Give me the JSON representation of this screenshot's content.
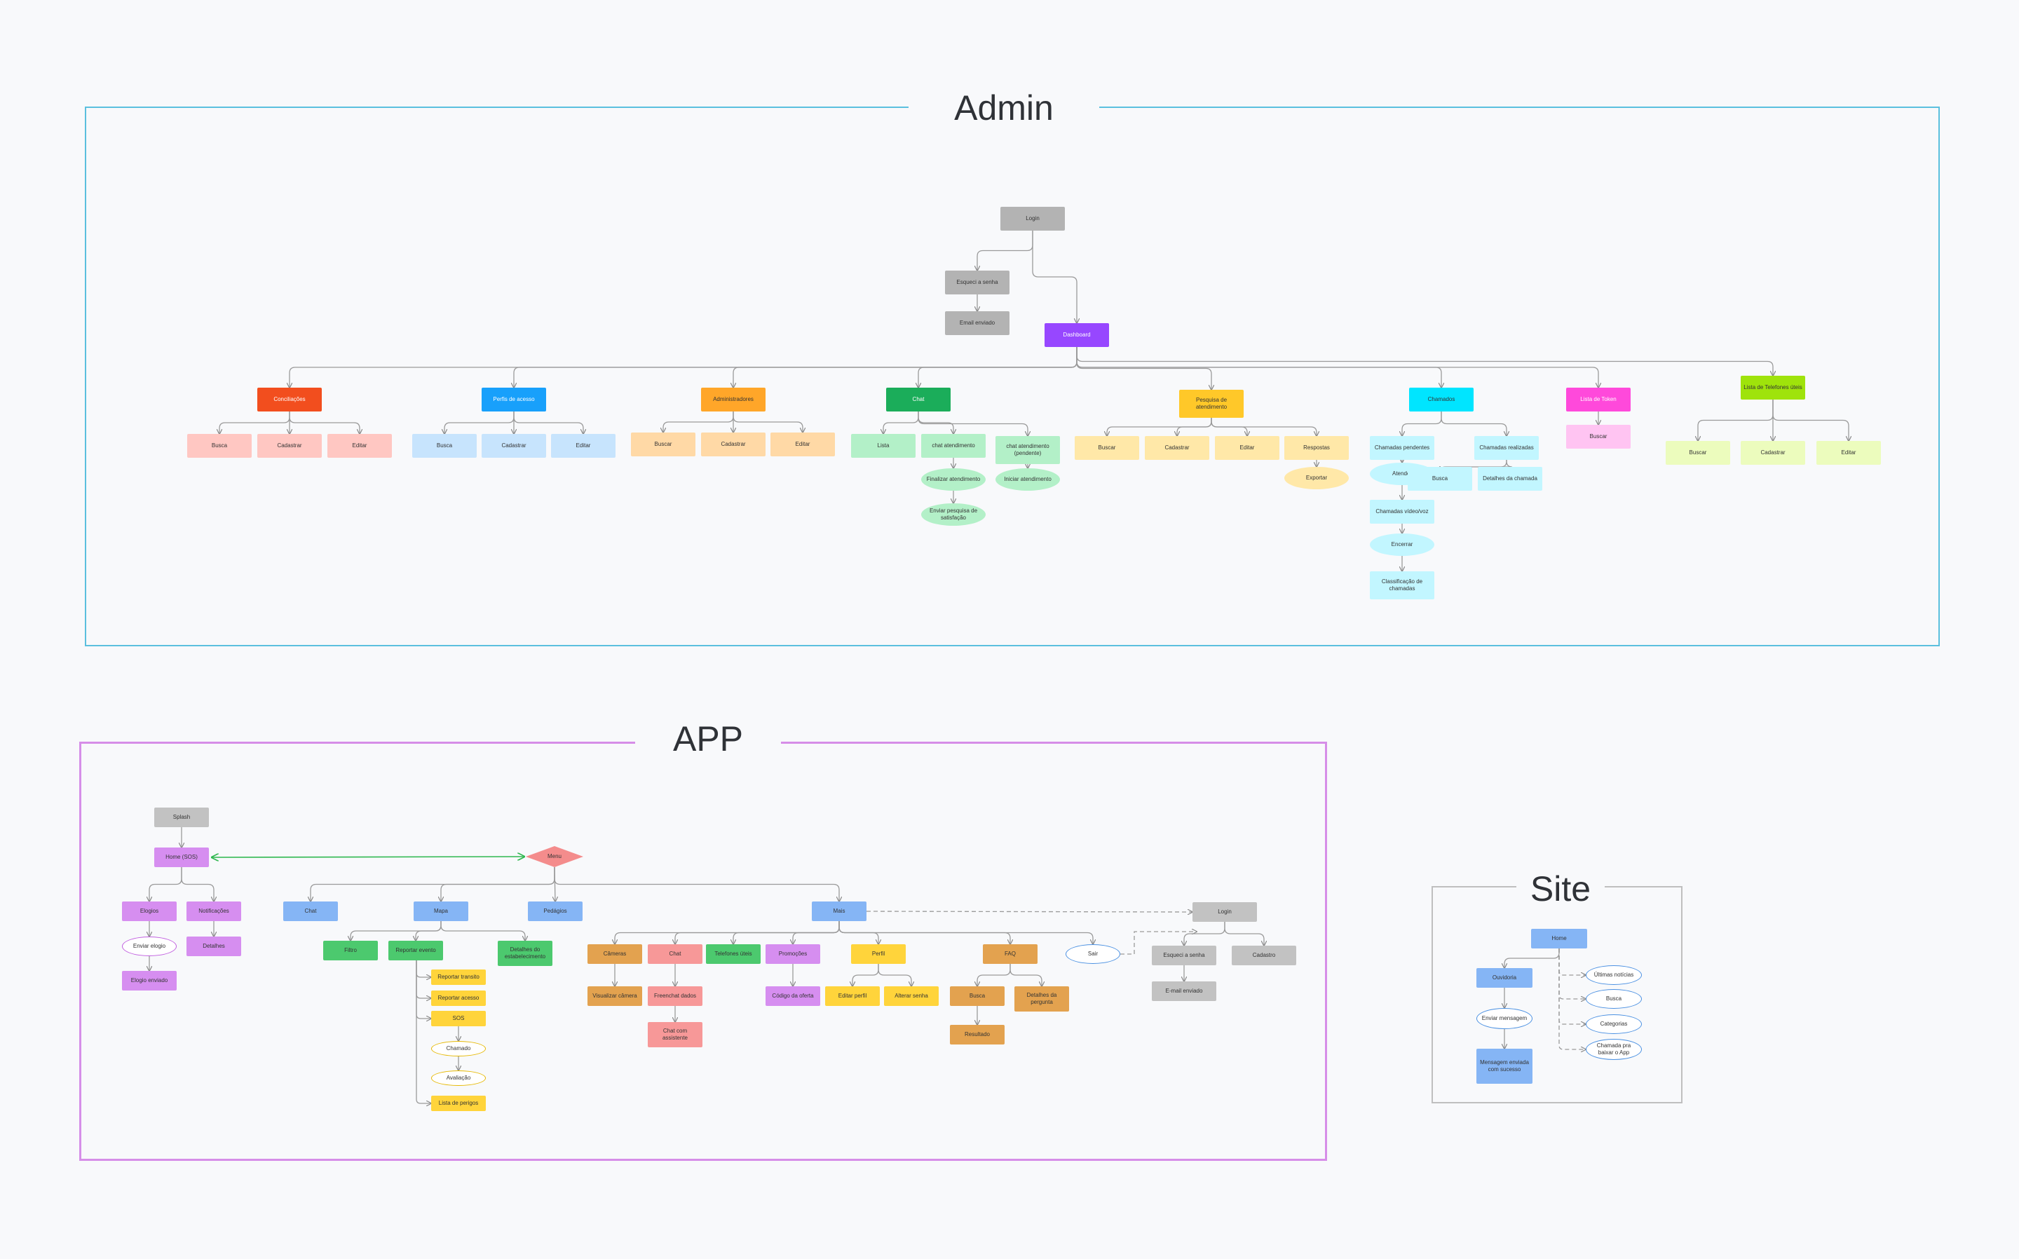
{
  "frames": [
    {
      "id": "admin",
      "title": "Admin",
      "color": "#5bc0de"
    },
    {
      "id": "app",
      "title": "APP",
      "color": "#d68ee8"
    },
    {
      "id": "site",
      "title": "Site",
      "color": "#bfbfbf"
    }
  ],
  "nodes": [
    {
      "id": "a_login",
      "label": "Login",
      "color": "#b3b3b3"
    },
    {
      "id": "a_esqueci",
      "label": "Esqueci a senha",
      "color": "#b3b3b3"
    },
    {
      "id": "a_email",
      "label": "Email enviado",
      "color": "#b3b3b3"
    },
    {
      "id": "a_dash",
      "label": "Dashboard",
      "color": "#9747ff",
      "text": "#ffffff"
    },
    {
      "id": "a_conc",
      "label": "Conciliações",
      "color": "#f24e1e",
      "text": "#ffffff"
    },
    {
      "id": "a_conc_b",
      "label": "Busca",
      "color": "#ffc7c2"
    },
    {
      "id": "a_conc_c",
      "label": "Cadastrar",
      "color": "#ffc7c2"
    },
    {
      "id": "a_conc_e",
      "label": "Editar",
      "color": "#ffc7c2"
    },
    {
      "id": "a_perf",
      "label": "Perfis de acesso",
      "color": "#18a0fb",
      "text": "#ffffff"
    },
    {
      "id": "a_perf_b",
      "label": "Busca",
      "color": "#c7e4fd"
    },
    {
      "id": "a_perf_c",
      "label": "Cadastrar",
      "color": "#c7e4fd"
    },
    {
      "id": "a_perf_e",
      "label": "Editar",
      "color": "#c7e4fd"
    },
    {
      "id": "a_adm",
      "label": "Administradores",
      "color": "#ffa629"
    },
    {
      "id": "a_adm_b",
      "label": "Buscar",
      "color": "#ffd9a6"
    },
    {
      "id": "a_adm_c",
      "label": "Cadastrar",
      "color": "#ffd9a6"
    },
    {
      "id": "a_adm_e",
      "label": "Editar",
      "color": "#ffd9a6"
    },
    {
      "id": "a_chat",
      "label": "Chat",
      "color": "#1bad5a",
      "text": "#ffffff"
    },
    {
      "id": "a_chat_l",
      "label": "Lista",
      "color": "#b3f0c8"
    },
    {
      "id": "a_chat_at",
      "label": "chat atendimento",
      "color": "#b3f0c8"
    },
    {
      "id": "a_chat_pen",
      "label": "chat atendimento (pendente)",
      "color": "#b3f0c8"
    },
    {
      "id": "a_chat_fin",
      "label": "Finalizar atendimento",
      "color": "#b3f0c8",
      "shape": "ellipse"
    },
    {
      "id": "a_chat_pesq",
      "label": "Enviar pesquisa de satisfação",
      "color": "#b3f0c8",
      "shape": "ellipse"
    },
    {
      "id": "a_chat_ini",
      "label": "Iniciar atendimento",
      "color": "#b3f0c8",
      "shape": "ellipse"
    },
    {
      "id": "a_pesq",
      "label": "Pesquisa de atendimento",
      "color": "#ffc829"
    },
    {
      "id": "a_pesq_b",
      "label": "Buscar",
      "color": "#ffe8a8"
    },
    {
      "id": "a_pesq_c",
      "label": "Cadastrar",
      "color": "#ffe8a8"
    },
    {
      "id": "a_pesq_e",
      "label": "Editar",
      "color": "#ffe8a8"
    },
    {
      "id": "a_pesq_r",
      "label": "Respostas",
      "color": "#ffe8a8"
    },
    {
      "id": "a_pesq_x",
      "label": "Exportar",
      "color": "#ffe8a8",
      "shape": "ellipse"
    },
    {
      "id": "a_cham",
      "label": "Chamados",
      "color": "#00e5ff"
    },
    {
      "id": "a_cham_p",
      "label": "Chamadas pendentes",
      "color": "#c2f6ff"
    },
    {
      "id": "a_cham_at",
      "label": "Atender",
      "color": "#c2f6ff",
      "shape": "ellipse"
    },
    {
      "id": "a_cham_v",
      "label": "Chamadas vídeo/voz",
      "color": "#c2f6ff"
    },
    {
      "id": "a_cham_enc",
      "label": "Encerrar",
      "color": "#c2f6ff",
      "shape": "ellipse"
    },
    {
      "id": "a_cham_cl",
      "label": "Classificação de chamadas",
      "color": "#c2f6ff"
    },
    {
      "id": "a_cham_r",
      "label": "Chamadas realizadas",
      "color": "#c2f6ff"
    },
    {
      "id": "a_cham_rb",
      "label": "Busca",
      "color": "#c2f6ff"
    },
    {
      "id": "a_cham_rd",
      "label": "Detalhes da chamada",
      "color": "#c2f6ff"
    },
    {
      "id": "a_tok",
      "label": "Lista de Token",
      "color": "#ff49db",
      "text": "#ffffff"
    },
    {
      "id": "a_tok_b",
      "label": "Buscar",
      "color": "#ffc4f2"
    },
    {
      "id": "a_tel",
      "label": "Lista de Telefones úteis",
      "color": "#9fe30b"
    },
    {
      "id": "a_tel_b",
      "label": "Buscar",
      "color": "#ecfcbd"
    },
    {
      "id": "a_tel_c",
      "label": "Cadastrar",
      "color": "#ecfcbd"
    },
    {
      "id": "a_tel_e",
      "label": "Editar",
      "color": "#ecfcbd"
    },
    {
      "id": "p_splash",
      "label": "Splash",
      "color": "#c2c2c2"
    },
    {
      "id": "p_home",
      "label": "Home (SOS)",
      "color": "#d68ef0"
    },
    {
      "id": "p_menu",
      "label": "Menu",
      "color": "#f48c8c",
      "shape": "diamond"
    },
    {
      "id": "p_elogios",
      "label": "Elogios",
      "color": "#d68ef0"
    },
    {
      "id": "p_env_elogio",
      "label": "Enviar elogio",
      "color": "#ffffff",
      "shape": "ellipse",
      "border": "#c15fe0"
    },
    {
      "id": "p_elogio_env",
      "label": "Elogio enviado",
      "color": "#d68ef0"
    },
    {
      "id": "p_notif",
      "label": "Notificações",
      "color": "#d68ef0"
    },
    {
      "id": "p_detalhes",
      "label": "Detalhes",
      "color": "#d68ef0"
    },
    {
      "id": "p_chat",
      "label": "Chat",
      "color": "#85b5f5"
    },
    {
      "id": "p_mapa",
      "label": "Mapa",
      "color": "#85b5f5"
    },
    {
      "id": "p_pedagios",
      "label": "Pedágios",
      "color": "#85b5f5"
    },
    {
      "id": "p_mais",
      "label": "Mais",
      "color": "#85b5f5"
    },
    {
      "id": "p_filtro",
      "label": "Filtro",
      "color": "#4cc96e"
    },
    {
      "id": "p_reportar",
      "label": "Reportar evento",
      "color": "#4cc96e"
    },
    {
      "id": "p_det_est",
      "label": "Detalhes do estabelecimento",
      "color": "#4cc96e"
    },
    {
      "id": "p_rep_transito",
      "label": "Reportar transito",
      "color": "#ffd43b"
    },
    {
      "id": "p_rep_acesso",
      "label": "Reportar acesso",
      "color": "#ffd43b"
    },
    {
      "id": "p_sos",
      "label": "SOS",
      "color": "#ffd43b"
    },
    {
      "id": "p_chamado",
      "label": "Chamado",
      "color": "#ffffff",
      "shape": "ellipse",
      "border": "#e6b800"
    },
    {
      "id": "p_avaliacao",
      "label": "Avaliação",
      "color": "#ffffff",
      "shape": "ellipse",
      "border": "#e6b800"
    },
    {
      "id": "p_lista_perigos",
      "label": "Lista de perigos",
      "color": "#ffd43b"
    },
    {
      "id": "p_cameras",
      "label": "Câmeras",
      "color": "#e3a24f"
    },
    {
      "id": "p_vis_camera",
      "label": "Visualizar câmera",
      "color": "#e3a24f"
    },
    {
      "id": "p_m_chat",
      "label": "Chat",
      "color": "#f79898"
    },
    {
      "id": "p_freenchat",
      "label": "Freenchat dados",
      "color": "#f79898"
    },
    {
      "id": "p_chat_assist",
      "label": "Chat com assistente",
      "color": "#f79898"
    },
    {
      "id": "p_tel_uteis",
      "label": "Telefones úteis",
      "color": "#4cc96e"
    },
    {
      "id": "p_promocoes",
      "label": "Promoções",
      "color": "#d68ef0"
    },
    {
      "id": "p_cod_oferta",
      "label": "Código da oferta",
      "color": "#d68ef0"
    },
    {
      "id": "p_perfil",
      "label": "Perfil",
      "color": "#ffd43b"
    },
    {
      "id": "p_editar_perfil",
      "label": "Editar perfil",
      "color": "#ffd43b"
    },
    {
      "id": "p_alterar_senha",
      "label": "Alterar senha",
      "color": "#ffd43b"
    },
    {
      "id": "p_faq",
      "label": "FAQ",
      "color": "#e3a24f"
    },
    {
      "id": "p_faq_busca",
      "label": "Busca",
      "color": "#e3a24f"
    },
    {
      "id": "p_faq_det",
      "label": "Detalhes da pergunta",
      "color": "#e3a24f"
    },
    {
      "id": "p_faq_res",
      "label": "Resultado",
      "color": "#e3a24f"
    },
    {
      "id": "p_sair",
      "label": "Sair",
      "color": "#ffffff",
      "shape": "ellipse",
      "border": "#4a90e2"
    },
    {
      "id": "p_login",
      "label": "Login",
      "color": "#c2c2c2"
    },
    {
      "id": "p_esqueci",
      "label": "Esqueci a senha",
      "color": "#c2c2c2"
    },
    {
      "id": "p_cadastro",
      "label": "Cadastro",
      "color": "#c2c2c2"
    },
    {
      "id": "p_email_env",
      "label": "E-mail enviado",
      "color": "#c2c2c2"
    },
    {
      "id": "s_home",
      "label": "Home",
      "color": "#85b5f5"
    },
    {
      "id": "s_ouvidoria",
      "label": "Ouvidoria",
      "color": "#85b5f5"
    },
    {
      "id": "s_env_msg",
      "label": "Enviar mensagem",
      "color": "#ffffff",
      "shape": "ellipse",
      "border": "#4a90e2"
    },
    {
      "id": "s_msg_ok",
      "label": "Mensagem enviada com sucesso",
      "color": "#85b5f5"
    },
    {
      "id": "s_ultimas",
      "label": "Últimas notícias",
      "color": "#ffffff",
      "shape": "ellipse",
      "border": "#4a90e2"
    },
    {
      "id": "s_busca",
      "label": "Busca",
      "color": "#ffffff",
      "shape": "ellipse",
      "border": "#4a90e2"
    },
    {
      "id": "s_categorias",
      "label": "Categorias",
      "color": "#ffffff",
      "shape": "ellipse",
      "border": "#4a90e2"
    },
    {
      "id": "s_chamada_app",
      "label": "Chamada pra baixar o App",
      "color": "#ffffff",
      "shape": "ellipse",
      "border": "#4a90e2"
    }
  ]
}
